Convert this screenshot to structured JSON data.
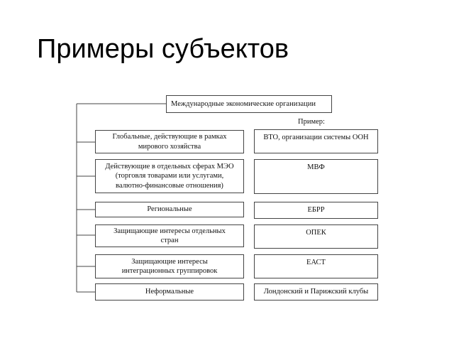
{
  "title": "Примеры субъектов",
  "diagram": {
    "root": "Международные экономические организации",
    "example_caption": "Пример:",
    "categories": [
      {
        "label": "Глобальные, действующие в рамках мирового хозяйства",
        "example": "ВТО, организации системы ООН"
      },
      {
        "label": "Действующие в отдельных сферах МЭО (торговля товарами или услугами, валютно-финансовые отношения)",
        "example": "МВФ"
      },
      {
        "label": "Региональные",
        "example": "ЕБРР"
      },
      {
        "label": "Защищающие интересы отдельных стран",
        "example": "ОПЕК"
      },
      {
        "label": "Защищающие интересы интеграционных группировок",
        "example": "ЕАСТ"
      },
      {
        "label": "Неформальные",
        "example": "Лондонский и Парижский клубы"
      }
    ]
  }
}
